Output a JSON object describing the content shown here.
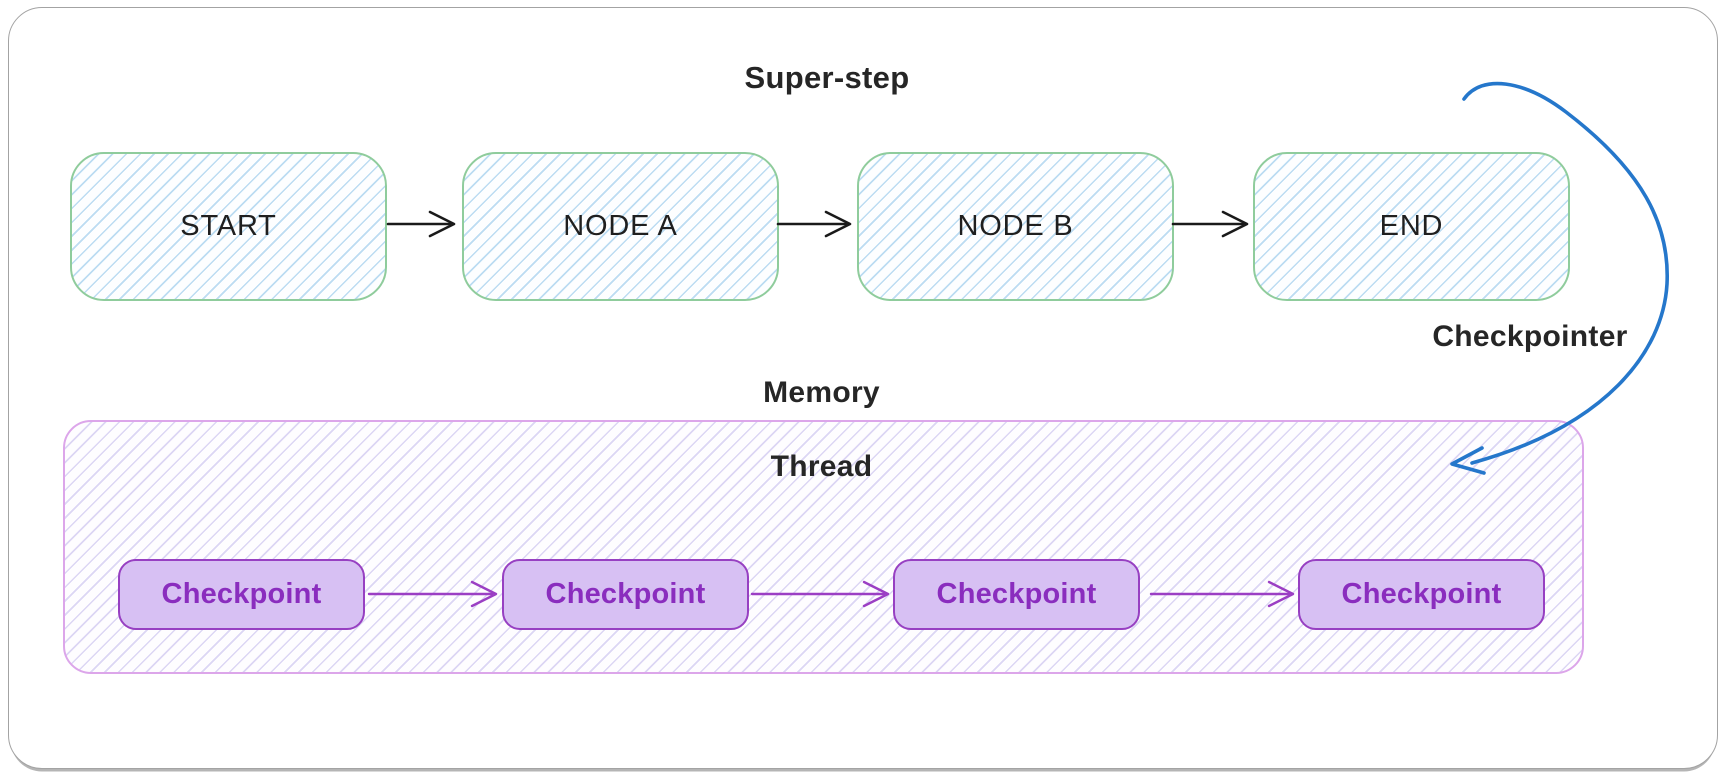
{
  "diagram": {
    "labels": {
      "superstep": "Super-step",
      "checkpointer": "Checkpointer",
      "memory": "Memory",
      "thread": "Thread"
    },
    "nodes": [
      {
        "label": "START"
      },
      {
        "label": "NODE A"
      },
      {
        "label": "NODE B"
      },
      {
        "label": "END"
      }
    ],
    "checkpoints": [
      {
        "label": "Checkpoint"
      },
      {
        "label": "Checkpoint"
      },
      {
        "label": "Checkpoint"
      },
      {
        "label": "Checkpoint"
      }
    ],
    "colors": {
      "node_border": "#8fcc9c",
      "node_hatch": "#bcdcf2",
      "thread_border": "#dca6ea",
      "thread_hatch": "#dcd6f4",
      "checkpoint_fill": "#d7c0f3",
      "checkpoint_border": "#9740c2",
      "checkpoint_text": "#8a2dbe",
      "flow_arrow": "#1a1a1a",
      "checkpoint_arrow": "#9b3fc4",
      "checkpointer_arrow": "#2577cb",
      "card_border": "#a3a3a3",
      "label_text": "#262626"
    }
  }
}
